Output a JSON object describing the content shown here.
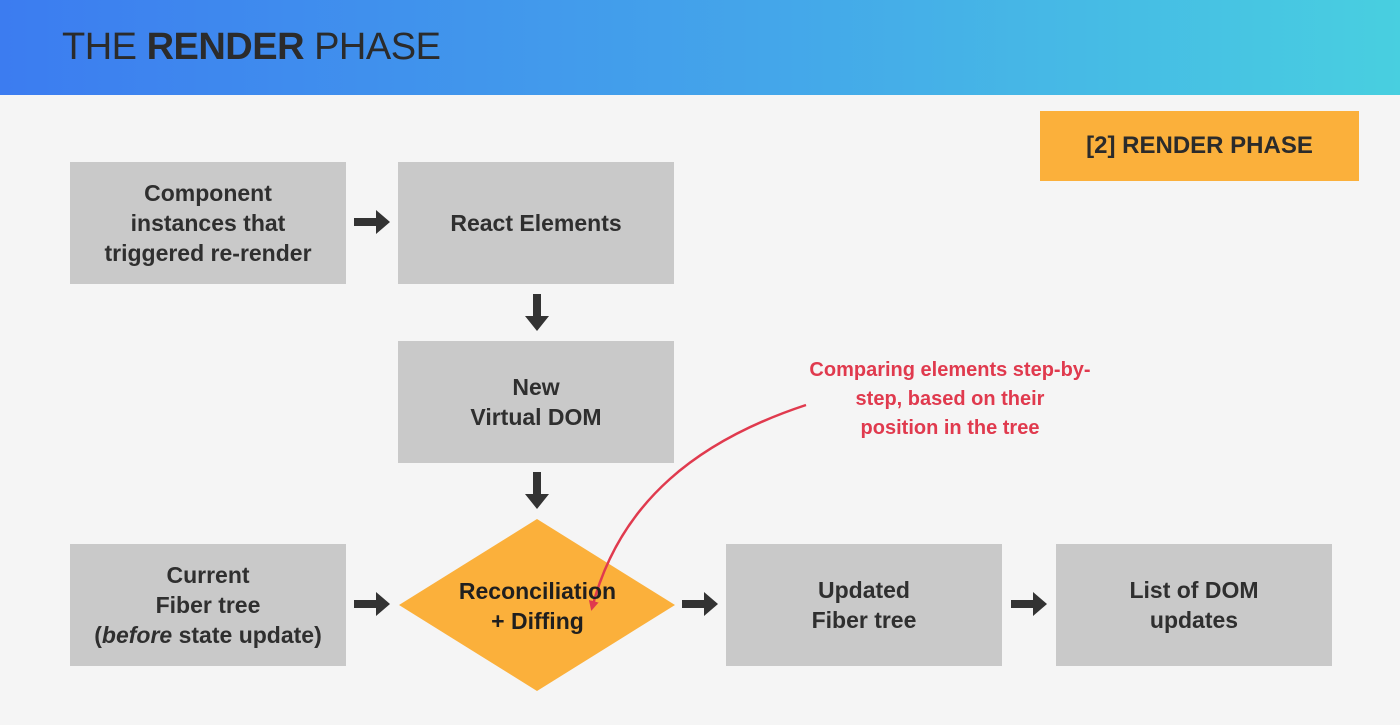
{
  "header": {
    "title_prefix": "THE ",
    "title_bold": "RENDER",
    "title_suffix": " PHASE",
    "gradient": [
      "#3c7cf0",
      "#48cfe0"
    ]
  },
  "phase_badge": {
    "label": "[2] RENDER PHASE",
    "color": "#fbb03b"
  },
  "nodes": {
    "component_instances": {
      "lines": [
        "Component",
        "instances that",
        "triggered re-render"
      ]
    },
    "react_elements": {
      "lines": [
        "React Elements"
      ]
    },
    "new_virtual_dom": {
      "lines": [
        "New",
        "Virtual DOM"
      ]
    },
    "current_fiber_tree": {
      "line1": "Current",
      "line2": "Fiber tree",
      "line3_open": "(",
      "line3_italic": "before",
      "line3_rest": " state update)"
    },
    "reconciliation": {
      "lines": [
        "Reconciliation",
        "+ Diffing"
      ],
      "color": "#fbb03b"
    },
    "updated_fiber_tree": {
      "lines": [
        "Updated",
        "Fiber tree"
      ]
    },
    "dom_updates": {
      "lines": [
        "List of DOM",
        "updates"
      ]
    }
  },
  "annotation": {
    "text_plain": "Comparing elements step-by-step, based on their",
    "text_bold": "position in the tree",
    "color": "#e03a4e"
  },
  "colors": {
    "box": "#c9c9c9",
    "arrow": "#333333",
    "background": "#f5f5f5"
  }
}
